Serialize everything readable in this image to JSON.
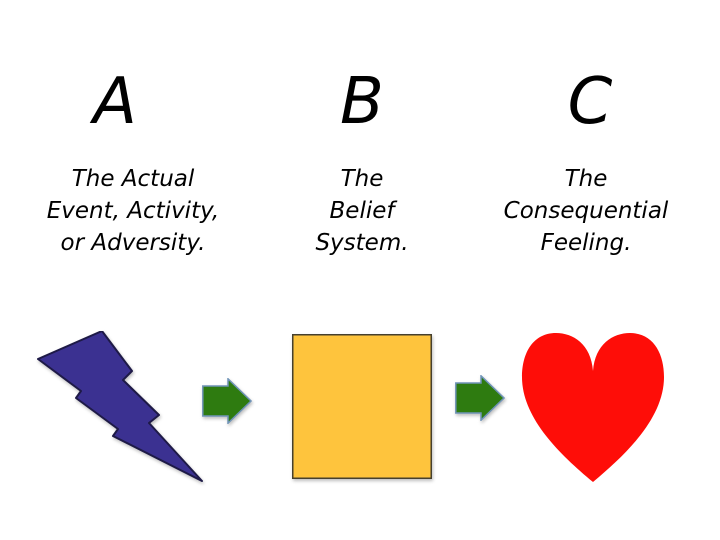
{
  "columns": [
    {
      "letter": "A",
      "description": "The Actual\nEvent, Activity,\nor Adversity.",
      "icon": "lightning-bolt-icon"
    },
    {
      "letter": "B",
      "description": "The\nBelief\nSystem.",
      "icon": "square-icon"
    },
    {
      "letter": "C",
      "description": "The\nConsequential\nFeeling.",
      "icon": "heart-icon"
    }
  ],
  "arrows": [
    {
      "icon": "right-arrow-icon",
      "from": "A",
      "to": "B"
    },
    {
      "icon": "right-arrow-icon",
      "from": "B",
      "to": "C"
    }
  ],
  "colors": {
    "background": "#ffffff",
    "text": "#000000",
    "bolt_fill": "#3b3191",
    "bolt_stroke": "#1e1a47",
    "square_fill": "#fec43d",
    "square_stroke": "#46402e",
    "heart_fill": "#fe0d08",
    "arrow_fill": "#2e7b10",
    "arrow_stroke": "#7094b8"
  }
}
